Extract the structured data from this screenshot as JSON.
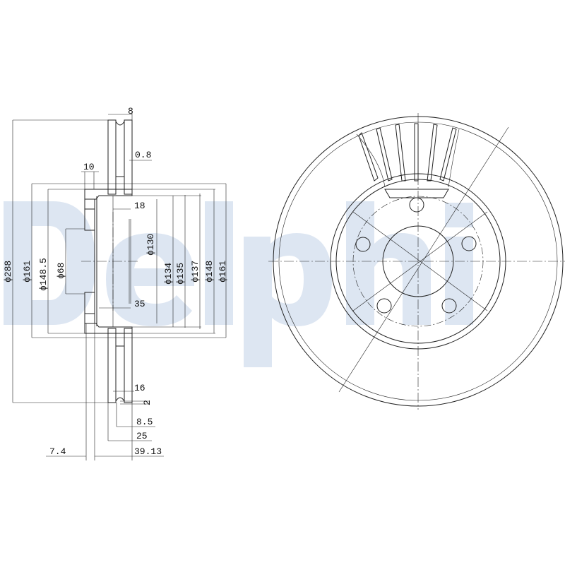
{
  "watermark": {
    "text": "Delphi",
    "color": "#dde6f2"
  },
  "side_view": {
    "labels": {
      "width_8": "8",
      "runout_0_8": "0.8",
      "flange_10": "10",
      "dim_18": "18",
      "dia_130": "ϕ130",
      "dim_35": "35",
      "dia_288": "ϕ288",
      "dia_161_left": "ϕ161",
      "dia_148_5": "ϕ148.5",
      "dia_68": "ϕ68",
      "dia_134": "ϕ134",
      "dia_135": "ϕ135",
      "dia_137": "ϕ137",
      "dia_148": "ϕ148",
      "dia_161_right": "ϕ161",
      "dim_16": "16",
      "dim_2": "2",
      "dim_8_5": "8.5",
      "dim_25": "25",
      "dim_7_4": "7.4",
      "dim_39_13": "39.13"
    }
  },
  "front_view": {
    "bolt_holes": 5,
    "vanes_shown": 6
  }
}
